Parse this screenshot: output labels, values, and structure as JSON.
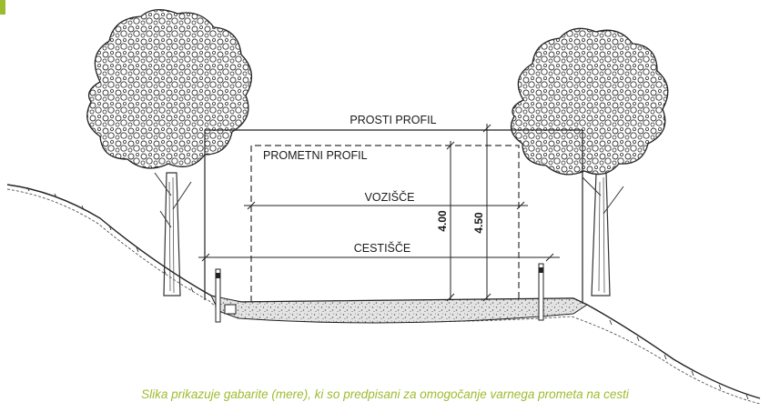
{
  "colors": {
    "accent": "#9dbb2f",
    "caption": "#9dbb2f",
    "line": "#222222",
    "ground_fill": "#d9d9d9"
  },
  "diagram": {
    "labels": {
      "prosti_profil": "PROSTI PROFIL",
      "prometni_profil": "PROMETNI PROFIL",
      "vozisce": "VOZIŠČE",
      "cestisce": "CESTIŠČE",
      "dim_400": "4.00",
      "dim_450": "4.50"
    }
  },
  "caption": {
    "text": "Slika prikazuje gabarite (mere), ki so predpisani za omogočanje varnega prometa na cesti"
  }
}
